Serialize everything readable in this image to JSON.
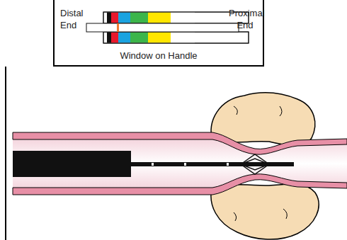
{
  "diagram": {
    "nodes": [
      {
        "text": [
          "Distal End",
          "Proximal End",
          "Window on Handle"
        ]
      }
    ]
  }
}
